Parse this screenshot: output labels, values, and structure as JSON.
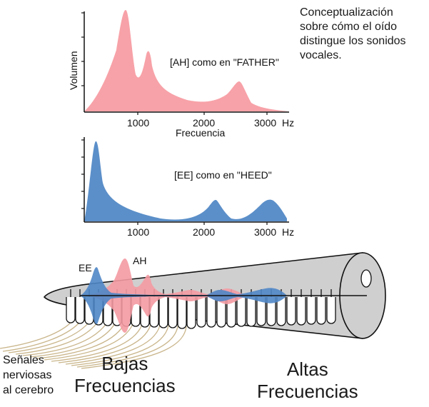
{
  "description": {
    "lines": [
      "Conceptualización",
      "sobre cómo el oído",
      "distingue los sonidos",
      "vocales."
    ]
  },
  "chart_ah": {
    "label": "[AH] como en \"FATHER\"",
    "y_axis_label": "Volumen",
    "x_axis_label": "Frecuencia",
    "ticks": [
      "1000",
      "2000",
      "3000"
    ],
    "unit": "Hz",
    "color": "#f7a2a8"
  },
  "chart_ee": {
    "label": "[EE] como en \"HEED\"",
    "ticks": [
      "1000",
      "2000",
      "3000"
    ],
    "unit": "Hz",
    "color": "#5b8fc9"
  },
  "cochlea": {
    "ee_label": "EE",
    "ah_label": "AH",
    "tube_color": "#cfcfcf"
  },
  "bottom": {
    "nerve_lines": [
      "Señales",
      "nerviosas",
      "al cerebro"
    ],
    "low_lines": [
      "Bajas",
      "Frecuencias"
    ],
    "high_lines": [
      "Altas",
      "Frecuencias"
    ]
  }
}
